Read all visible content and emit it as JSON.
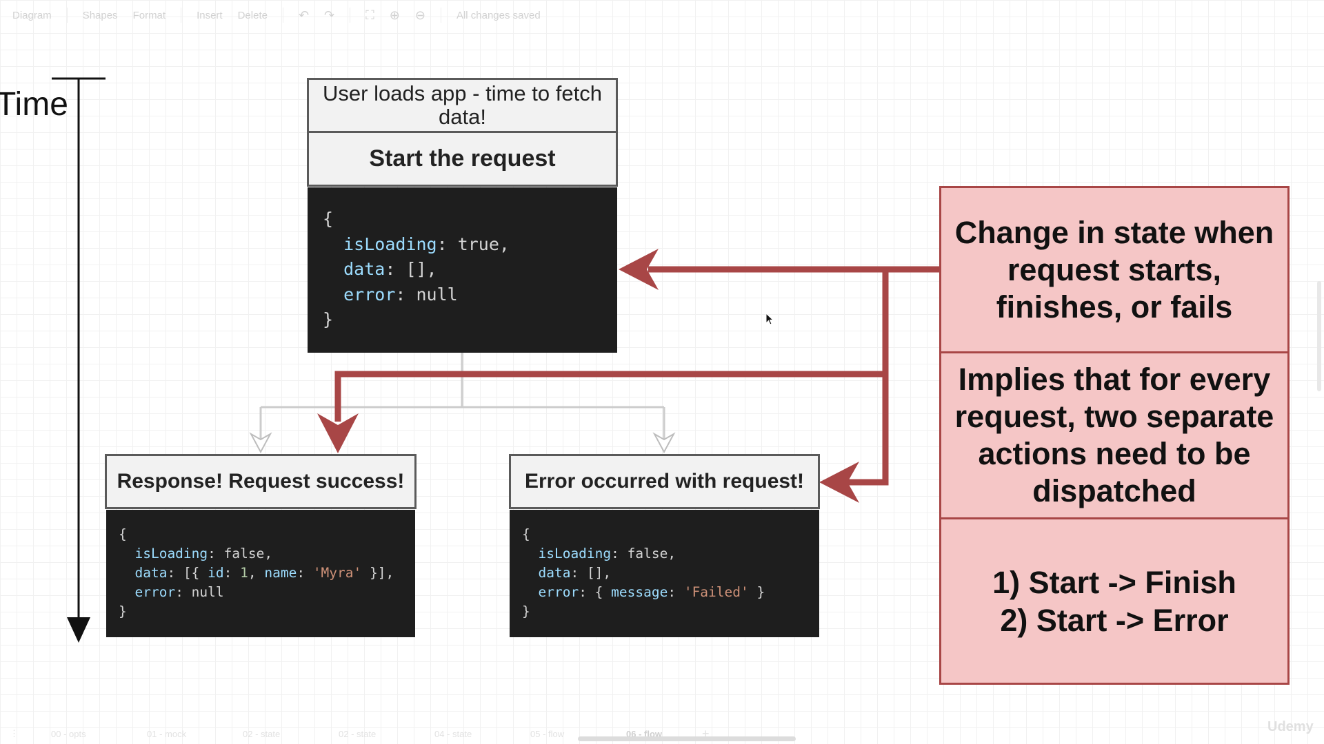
{
  "toolbar": {
    "diagram": "Diagram",
    "shapes": "Shapes",
    "format": "Format",
    "insert": "Insert",
    "delete": "Delete",
    "status": "All changes saved"
  },
  "pages": [
    "00 - opts",
    "01 - mock",
    "02 - state",
    "02 - state",
    "04 - state",
    "05 - flow",
    "06 - flow"
  ],
  "watermark": "Udemy",
  "diagram": {
    "time_label": "Time",
    "start_box": {
      "title": "User loads app - time to fetch data!",
      "subtitle": "Start the request"
    },
    "start_code": {
      "open": "{",
      "k1": "isLoading",
      "v1": "true",
      "k2": "data",
      "v2": "[]",
      "k3": "error",
      "v3": "null",
      "close": "}"
    },
    "success_box": {
      "title": "Response! Request success!"
    },
    "success_code": {
      "open": "{",
      "k1": "isLoading",
      "v1": "false",
      "k2": "data",
      "id_key": "id",
      "id_val": "1",
      "name_key": "name",
      "name_val": "'Myra'",
      "k3": "error",
      "v3": "null",
      "close": "}"
    },
    "error_box": {
      "title": "Error occurred with request!"
    },
    "error_code": {
      "open": "{",
      "k1": "isLoading",
      "v1": "false",
      "k2": "data",
      "v2": "[]",
      "k3": "error",
      "msg_key": "message",
      "msg_val": "'Failed'",
      "close": "}"
    },
    "notes": {
      "n1": "Change in state when\nrequest starts,\nfinishes, or fails",
      "n2": "Implies that for every\nrequest, two separate\nactions need to be\ndispatched",
      "n3": "1) Start -> Finish\n2) Start -> Error"
    }
  },
  "colors": {
    "accent_arrow": "#a84646",
    "note_fill": "#f5c6c6",
    "code_bg": "#1e1e1e"
  }
}
